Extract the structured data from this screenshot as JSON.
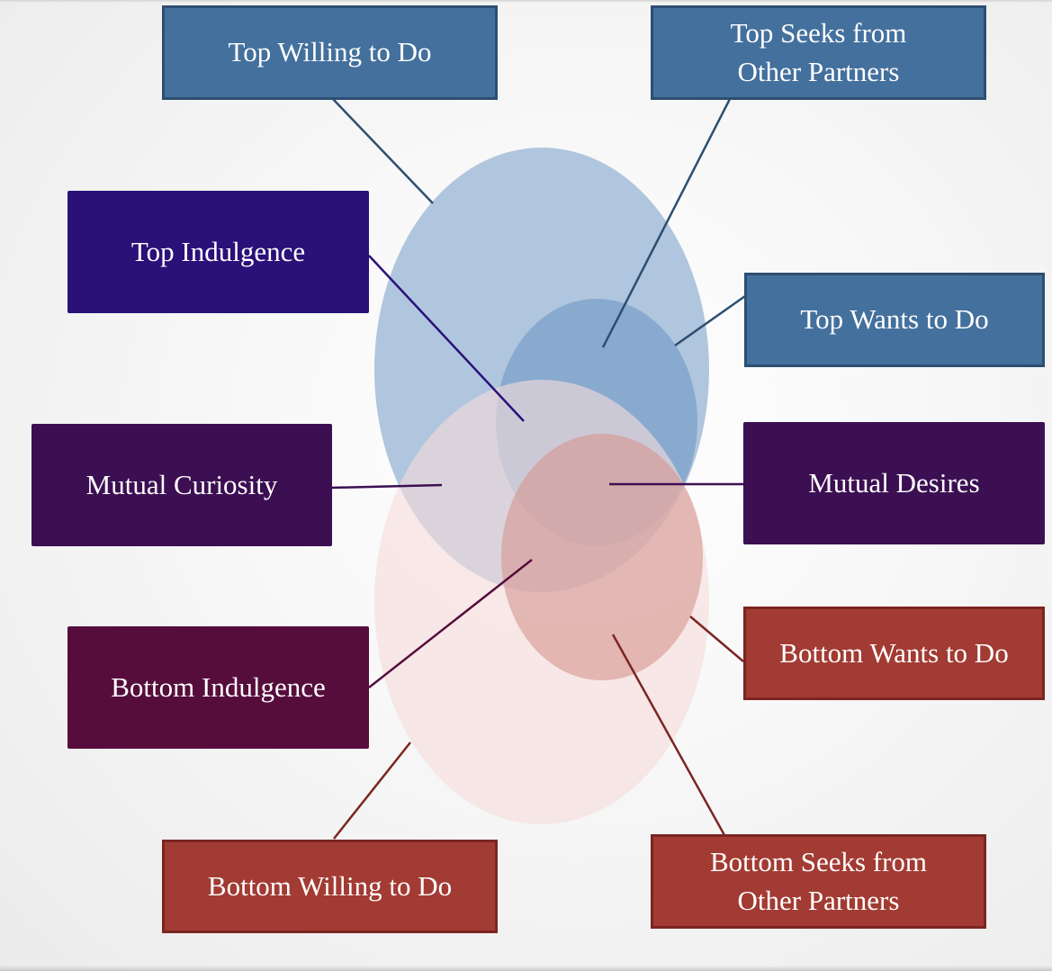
{
  "title": "Top/Bottom Desire Venn Diagram",
  "colors": {
    "top_box": "#44709d",
    "bottom_box": "#a23b33",
    "top_indulgence_box": "#2a1179",
    "mutual_box": "#3c0f52",
    "bottom_indulgence_box": "#560d3c",
    "top_large_ellipse": "#b0c6de",
    "top_small_ellipse": "#89aacc",
    "bottom_large_ellipse": "#f5e4e4",
    "bottom_small_ellipse": "#e3b2ae"
  },
  "ellipses": [
    {
      "id": "top-willing",
      "label": "Top Willing to Do"
    },
    {
      "id": "top-wants",
      "label": "Top Wants to Do"
    },
    {
      "id": "bottom-willing",
      "label": "Bottom Willing to Do"
    },
    {
      "id": "bottom-wants",
      "label": "Bottom Wants to Do"
    }
  ],
  "labels": {
    "top_willing": "Top Willing to Do",
    "top_seeks": "Top Seeks from\nOther Partners",
    "top_indulgence": "Top Indulgence",
    "top_wants": "Top Wants to Do",
    "mutual_curiosity": "Mutual Curiosity",
    "mutual_desires": "Mutual Desires",
    "bottom_indulgence": "Bottom Indulgence",
    "bottom_wants": "Bottom Wants to Do",
    "bottom_willing": "Bottom Willing to Do",
    "bottom_seeks": "Bottom Seeks from\nOther Partners"
  }
}
